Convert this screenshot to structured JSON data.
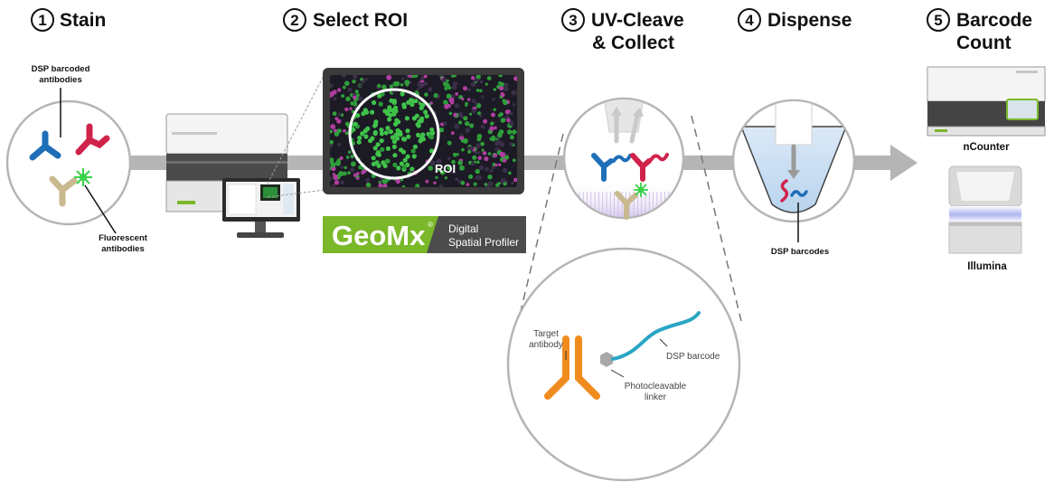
{
  "steps": [
    {
      "number": "1",
      "title_line1": "Stain",
      "title_line2": ""
    },
    {
      "number": "2",
      "title_line1": "Select ROI",
      "title_line2": ""
    },
    {
      "number": "3",
      "title_line1": "UV-Cleave",
      "title_line2": "& Collect"
    },
    {
      "number": "4",
      "title_line1": "Dispense",
      "title_line2": ""
    },
    {
      "number": "5",
      "title_line1": "Barcode",
      "title_line2": "Count"
    }
  ],
  "stain": {
    "dsp_label_line1": "DSP barcoded",
    "dsp_label_line2": "antibodies",
    "fluor_label_line1": "Fluorescent",
    "fluor_label_line2": "antibodies"
  },
  "roi": {
    "label": "ROI"
  },
  "brand": {
    "name": "GeoMx",
    "reg_mark": "®",
    "tagline_line1": "Digital",
    "tagline_line2": "Spatial Profiler"
  },
  "dispense": {
    "barcodes_label": "DSP barcodes"
  },
  "devices": {
    "ncounter_label": "nCounter",
    "illumina_label": "Illumina"
  },
  "detail": {
    "target_line1": "Target",
    "target_line2": "antibody",
    "linker_line1": "Photocleavable",
    "linker_line2": "linker",
    "barcode_label": "DSP barcode"
  },
  "colors": {
    "antibody_blue": "#1e6fb8",
    "antibody_red": "#d0234b",
    "antibody_tan": "#c9b98f",
    "antibody_orange": "#f08c1e",
    "barcode_teal": "#2aa5c4",
    "geomx_green": "#7ab82a",
    "flow_arrow": "#b5b5b5",
    "uv_purple": "#c8b7e6"
  }
}
